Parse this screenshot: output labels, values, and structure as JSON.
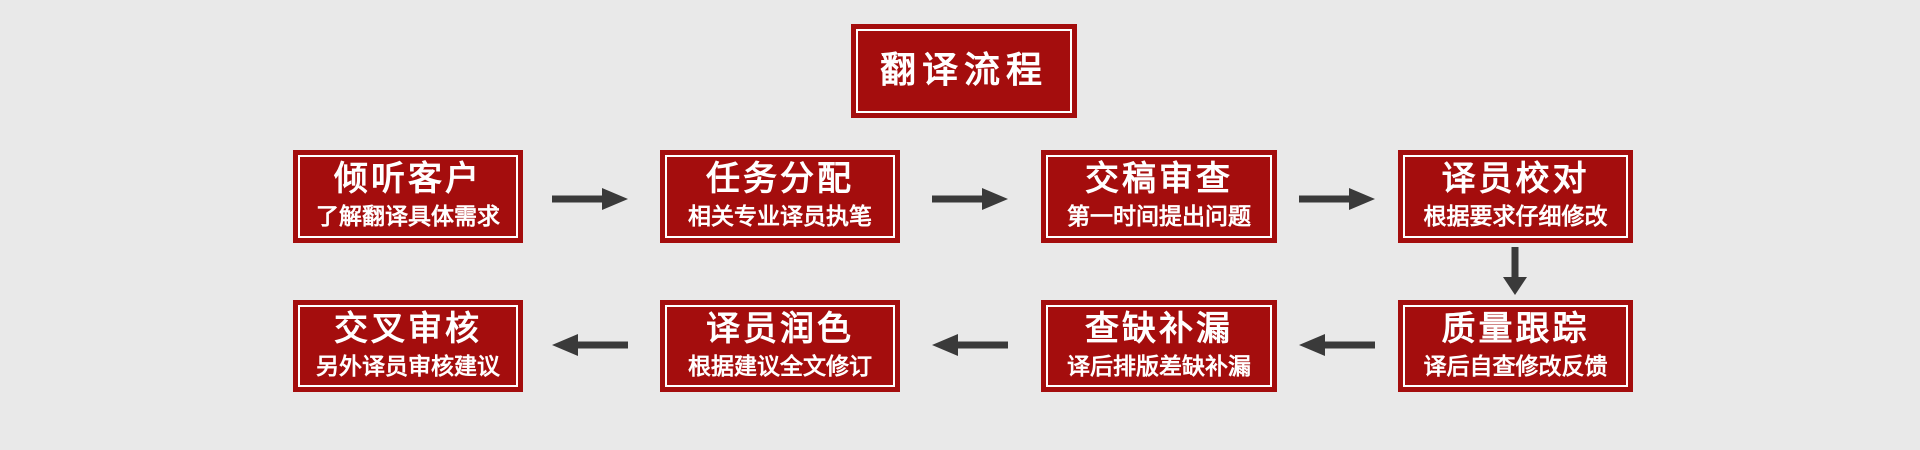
{
  "theme": {
    "background_color": "#E9E9E9",
    "box_color": "#A40D0D",
    "box_inner_border_color": "#FFFFFF",
    "text_color": "#FFFFFF",
    "arrow_color": "#3A3A3A"
  },
  "title": {
    "label": "翻译流程"
  },
  "flow": {
    "row1": [
      {
        "title": "倾听客户",
        "subtitle": "了解翻译具体需求"
      },
      {
        "title": "任务分配",
        "subtitle": "相关专业译员执笔"
      },
      {
        "title": "交稿审查",
        "subtitle": "第一时间提出问题"
      },
      {
        "title": "译员校对",
        "subtitle": "根据要求仔细修改"
      }
    ],
    "row2": [
      {
        "title": "交叉审核",
        "subtitle": "另外译员审核建议"
      },
      {
        "title": "译员润色",
        "subtitle": "根据建议全文修订"
      },
      {
        "title": "查缺补漏",
        "subtitle": "译后排版差缺补漏"
      },
      {
        "title": "质量跟踪",
        "subtitle": "译后自查修改反馈"
      }
    ]
  },
  "icons": {
    "arrow_right": "▶",
    "arrow_left": "◀",
    "arrow_down": "▼"
  }
}
